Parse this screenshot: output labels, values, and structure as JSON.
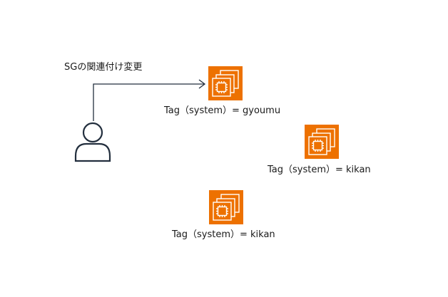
{
  "diagram": {
    "arrow_label": "SGの関連付け変更",
    "instances": [
      {
        "tag_label": "Tag（system）= gyoumu",
        "icon": "ec2-instance-icon"
      },
      {
        "tag_label": "Tag（system）= kikan",
        "icon": "ec2-instance-icon"
      },
      {
        "tag_label": "Tag（system）= kikan",
        "icon": "ec2-instance-icon"
      }
    ],
    "user_icon": "user-icon",
    "colors": {
      "instance_fill": "#ED7100",
      "instance_stroke": "#ffffff",
      "line": "#232F3E",
      "text": "#1a1a1a"
    }
  }
}
